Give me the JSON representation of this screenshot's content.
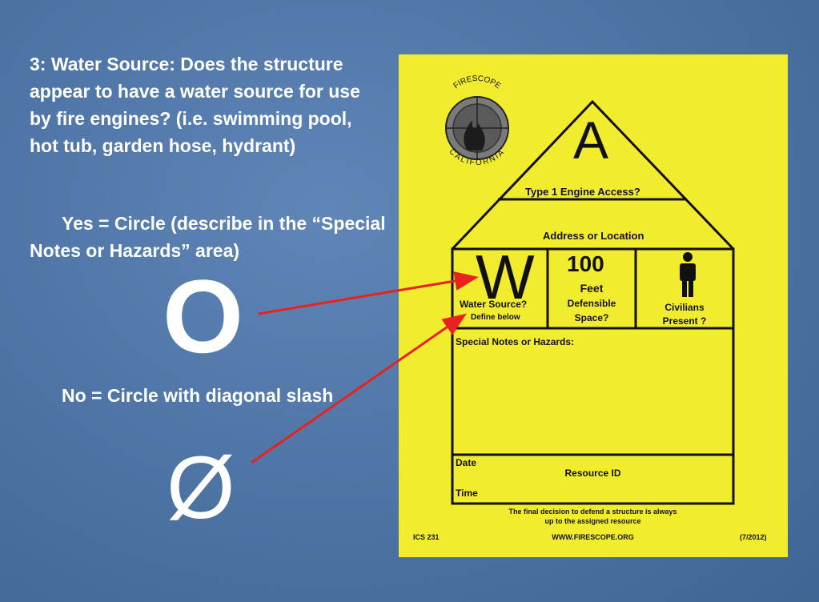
{
  "slide": {
    "question": "3:  Water Source:  Does the structure appear to have a water source for use by fire engines? (i.e. swimming pool,  hot tub, garden hose, hydrant)",
    "yes_text": "Yes = Circle (describe in the “Special Notes or Hazards” area)",
    "circle_symbol": "O",
    "no_text": "No = Circle with diagonal slash",
    "slash_symbol": "Ø"
  },
  "form": {
    "logo_top": "FIRESCOPE",
    "logo_bottom": "CALIFORNIA",
    "access_letter": "A",
    "engine_access": "Type 1 Engine Access?",
    "address": "Address or Location",
    "water_letter": "W",
    "water_source": "Water Source?",
    "define_below": "Define below",
    "distance": "100",
    "feet": "Feet",
    "defensible": "Defensible",
    "space": "Space?",
    "civilians": "Civilians",
    "present": "Present ?",
    "special_notes": "Special Notes or Hazards:",
    "date": "Date",
    "resource_id": "Resource ID",
    "time": "Time",
    "footer_line1": "The final decision to defend a structure is always",
    "footer_line2": "up to the assigned resource",
    "form_code": "ICS 231",
    "website": "WWW.FIRESCOPE.ORG",
    "version": "(7/2012)"
  },
  "colors": {
    "card": "#f2ec2e",
    "arrow": "#e8231f",
    "text": "#ffffff"
  }
}
